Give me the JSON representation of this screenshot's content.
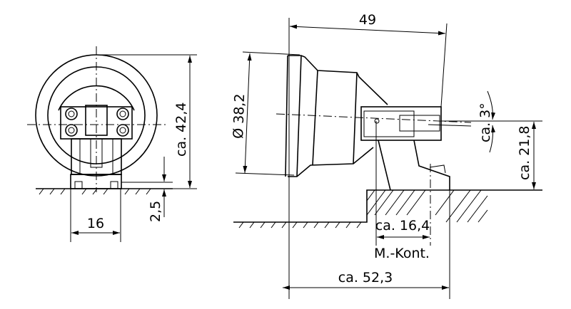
{
  "front_view": {
    "height_label": "ca. 42,4",
    "base_offset_label": "2,5",
    "width_label": "16"
  },
  "side_view": {
    "length_label": "49",
    "diameter_label": "Ø 38,2",
    "angle_label": "ca. 3°",
    "axis_height_label": "ca. 21,8",
    "contact_offset_label": "ca. 16,4",
    "contact_note": "M.-Kont.",
    "overall_length_label": "ca. 52,3"
  }
}
